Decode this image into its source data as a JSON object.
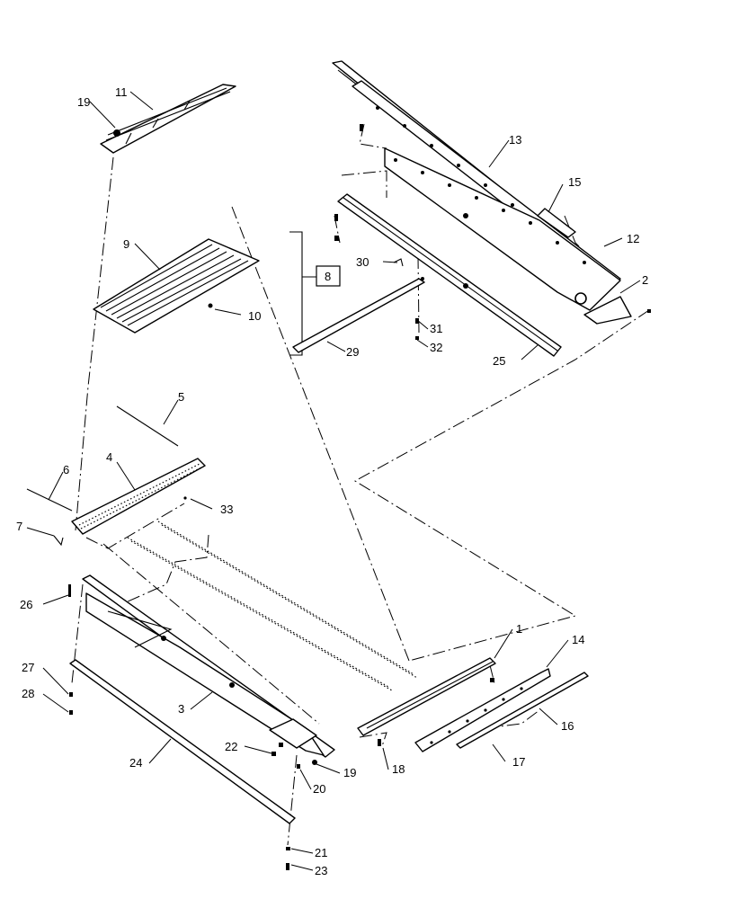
{
  "diagram": {
    "callouts": [
      {
        "id": "c1",
        "text": "1"
      },
      {
        "id": "c2",
        "text": "2"
      },
      {
        "id": "c3",
        "text": "3"
      },
      {
        "id": "c4",
        "text": "4"
      },
      {
        "id": "c5",
        "text": "5"
      },
      {
        "id": "c6",
        "text": "6"
      },
      {
        "id": "c7",
        "text": "7"
      },
      {
        "id": "c8",
        "text": "8"
      },
      {
        "id": "c9",
        "text": "9"
      },
      {
        "id": "c10",
        "text": "10"
      },
      {
        "id": "c11",
        "text": "11"
      },
      {
        "id": "c12",
        "text": "12"
      },
      {
        "id": "c13",
        "text": "13"
      },
      {
        "id": "c14",
        "text": "14"
      },
      {
        "id": "c15",
        "text": "15"
      },
      {
        "id": "c16",
        "text": "16"
      },
      {
        "id": "c17",
        "text": "17"
      },
      {
        "id": "c18",
        "text": "18"
      },
      {
        "id": "c19a",
        "text": "19"
      },
      {
        "id": "c19b",
        "text": "19"
      },
      {
        "id": "c20",
        "text": "20"
      },
      {
        "id": "c21",
        "text": "21"
      },
      {
        "id": "c22",
        "text": "22"
      },
      {
        "id": "c23",
        "text": "23"
      },
      {
        "id": "c24",
        "text": "24"
      },
      {
        "id": "c25",
        "text": "25"
      },
      {
        "id": "c26",
        "text": "26"
      },
      {
        "id": "c27",
        "text": "27"
      },
      {
        "id": "c28",
        "text": "28"
      },
      {
        "id": "c29",
        "text": "29"
      },
      {
        "id": "c30",
        "text": "30"
      },
      {
        "id": "c31",
        "text": "31"
      },
      {
        "id": "c32",
        "text": "32"
      },
      {
        "id": "c33",
        "text": "33"
      }
    ]
  }
}
